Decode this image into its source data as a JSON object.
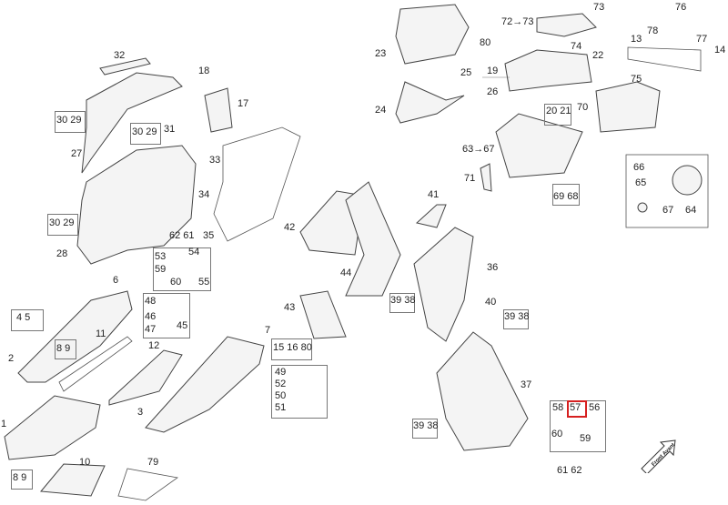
{
  "diagram": {
    "labels": [
      "32",
      "18",
      "17",
      "31",
      "27",
      "33",
      "34",
      "28",
      "35",
      "42",
      "53",
      "54",
      "59",
      "60",
      "55",
      "6",
      "44",
      "48",
      "46",
      "47",
      "45",
      "43",
      "7",
      "11",
      "12",
      "2",
      "49",
      "52",
      "50",
      "51",
      "3",
      "1",
      "10",
      "79",
      "73",
      "72→73",
      "76",
      "78",
      "77",
      "80",
      "74",
      "23",
      "13",
      "14",
      "22",
      "25",
      "19",
      "26",
      "75",
      "24",
      "70",
      "63→67",
      "71",
      "66",
      "65",
      "67",
      "64",
      "41",
      "36",
      "40",
      "37",
      "58",
      "56",
      "60",
      "59"
    ],
    "grouped_labels": [
      "30 29",
      "30 29",
      "30 29",
      "62 61",
      "4 5",
      "8 9",
      "8 9",
      "15 16 80",
      "20 21",
      "69 68",
      "39 38",
      "39 38",
      "39 38",
      "61 62"
    ],
    "highlighted_label": "57",
    "front_arrow": "Front Avant",
    "highlight_color": "#d62020"
  }
}
